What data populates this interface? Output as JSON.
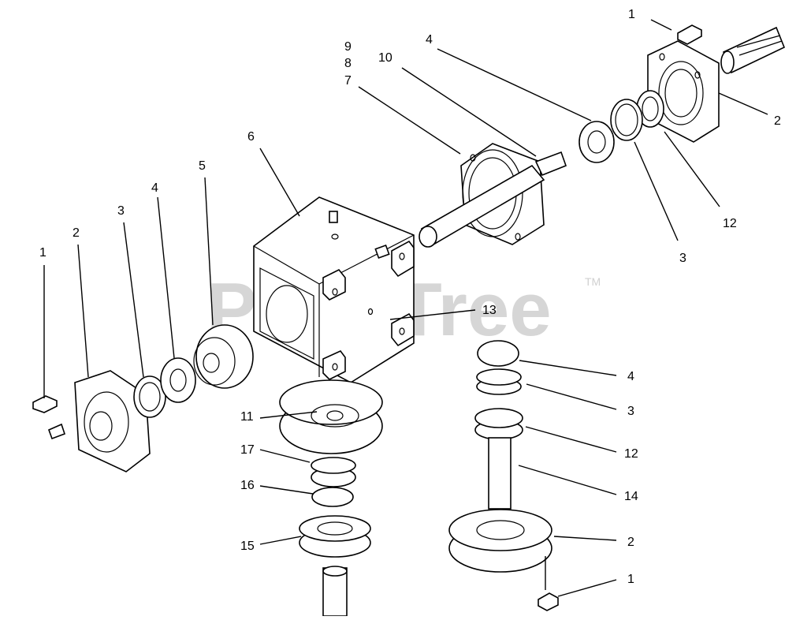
{
  "watermark": {
    "text": "PartsTree",
    "tm": "TM"
  },
  "callouts": [
    {
      "id": "c1-top",
      "num": "1"
    },
    {
      "id": "c2-top",
      "num": "2"
    },
    {
      "id": "c12-top",
      "num": "12"
    },
    {
      "id": "c3-top",
      "num": "3"
    },
    {
      "id": "c4-top",
      "num": "4"
    },
    {
      "id": "c10",
      "num": "10"
    },
    {
      "id": "c9",
      "num": "9"
    },
    {
      "id": "c8",
      "num": "8"
    },
    {
      "id": "c7",
      "num": "7"
    },
    {
      "id": "c6",
      "num": "6"
    },
    {
      "id": "c5",
      "num": "5"
    },
    {
      "id": "c4-left",
      "num": "4"
    },
    {
      "id": "c3-left",
      "num": "3"
    },
    {
      "id": "c2-left",
      "num": "2"
    },
    {
      "id": "c1-left",
      "num": "1"
    },
    {
      "id": "c13",
      "num": "13"
    },
    {
      "id": "c11",
      "num": "11"
    },
    {
      "id": "c17",
      "num": "17"
    },
    {
      "id": "c16",
      "num": "16"
    },
    {
      "id": "c15",
      "num": "15"
    },
    {
      "id": "c4-right",
      "num": "4"
    },
    {
      "id": "c3-right",
      "num": "3"
    },
    {
      "id": "c12-right",
      "num": "12"
    },
    {
      "id": "c14",
      "num": "14"
    },
    {
      "id": "c2-right",
      "num": "2"
    },
    {
      "id": "c1-bottom",
      "num": "1"
    }
  ]
}
